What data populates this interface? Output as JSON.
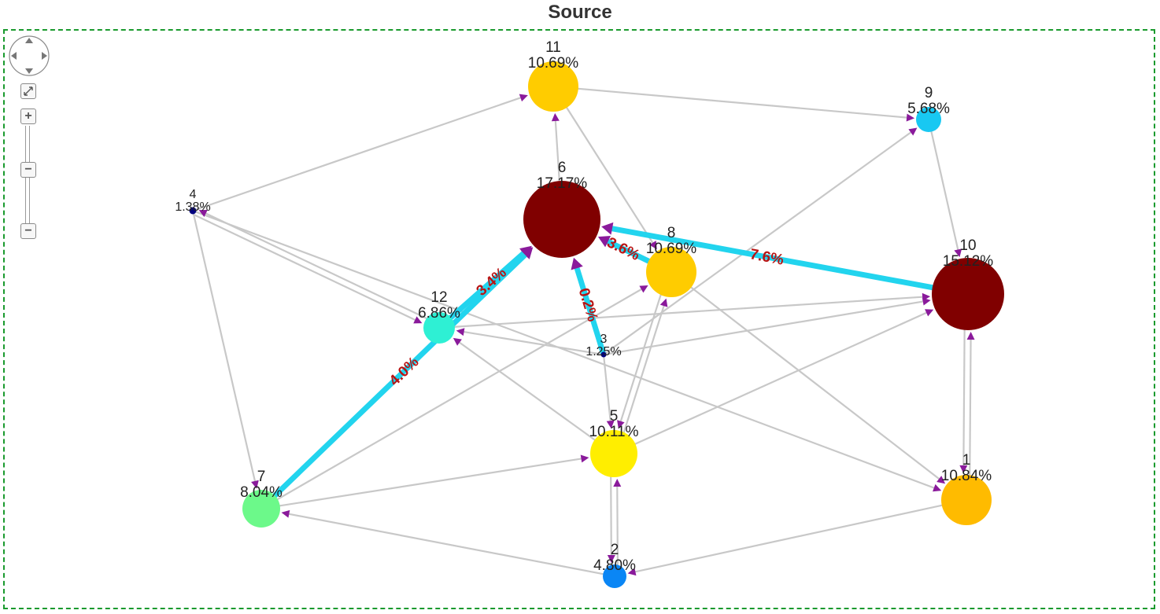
{
  "title": "Source",
  "controls": {
    "pan_icon": "pan-arrows-icon",
    "fit_icon": "fit-expand-icon",
    "zoom_in_icon": "plus-icon",
    "zoom_mid_icon": "minus-icon",
    "zoom_out_icon": "minus-icon"
  },
  "nodes": [
    {
      "id": "1",
      "name": "1",
      "value": "10.84%",
      "color": "#ffbb00"
    },
    {
      "id": "2",
      "name": "2",
      "value": "4.80%",
      "color": "#0a86f5"
    },
    {
      "id": "3",
      "name": "3",
      "value": "1.25%",
      "color": "#000080"
    },
    {
      "id": "4",
      "name": "4",
      "value": "1.38%",
      "color": "#000080"
    },
    {
      "id": "5",
      "name": "5",
      "value": "10.11%",
      "color": "#ffee00"
    },
    {
      "id": "6",
      "name": "6",
      "value": "17.17%",
      "color": "#800000"
    },
    {
      "id": "7",
      "name": "7",
      "value": "8.04%",
      "color": "#6cf98a"
    },
    {
      "id": "8",
      "name": "8",
      "value": "10.69%",
      "color": "#ffcc00"
    },
    {
      "id": "9",
      "name": "9",
      "value": "5.68%",
      "color": "#18c8f2"
    },
    {
      "id": "10",
      "name": "10",
      "value": "15.12%",
      "color": "#800000"
    },
    {
      "id": "11",
      "name": "11",
      "value": "10.69%",
      "color": "#ffcc00"
    },
    {
      "id": "12",
      "name": "12",
      "value": "6.86%",
      "color": "#2ef0d4"
    }
  ],
  "edges": [
    {
      "from": "4",
      "to": "11"
    },
    {
      "from": "4",
      "to": "7"
    },
    {
      "from": "4",
      "to": "12"
    },
    {
      "from": "4",
      "to": "1"
    },
    {
      "from": "11",
      "to": "9"
    },
    {
      "from": "11",
      "to": "8"
    },
    {
      "from": "9",
      "to": "10"
    },
    {
      "from": "8",
      "to": "5"
    },
    {
      "from": "8",
      "to": "1"
    },
    {
      "from": "3",
      "to": "9"
    },
    {
      "from": "3",
      "to": "12"
    },
    {
      "from": "3",
      "to": "5"
    },
    {
      "from": "3",
      "to": "10"
    },
    {
      "from": "5",
      "to": "12"
    },
    {
      "from": "5",
      "to": "8"
    },
    {
      "from": "5",
      "to": "10"
    },
    {
      "from": "5",
      "to": "2"
    },
    {
      "from": "2",
      "to": "5"
    },
    {
      "from": "2",
      "to": "7"
    },
    {
      "from": "7",
      "to": "5"
    },
    {
      "from": "7",
      "to": "8"
    },
    {
      "from": "1",
      "to": "2"
    },
    {
      "from": "1",
      "to": "10"
    },
    {
      "from": "10",
      "to": "1"
    },
    {
      "from": "12",
      "to": "4"
    },
    {
      "from": "12",
      "to": "10"
    },
    {
      "from": "6",
      "to": "11"
    },
    {
      "from": "10",
      "to": "6",
      "label": "7.6%",
      "highlight": true
    },
    {
      "from": "8",
      "to": "6",
      "label": "3.6%",
      "highlight": true
    },
    {
      "from": "3",
      "to": "6",
      "label": "0.2%",
      "highlight": true
    },
    {
      "from": "12",
      "to": "6",
      "label": "3.4%",
      "highlight": true
    },
    {
      "from": "7",
      "to": "6",
      "label": "4.0%",
      "highlight": true
    }
  ],
  "colors": {
    "edge": "#c8c8c8",
    "edge_highlight": "#22d4ee",
    "arrow": "#8a1a9b",
    "edge_label": "#b81414",
    "frame_border": "#1a9a2e"
  }
}
